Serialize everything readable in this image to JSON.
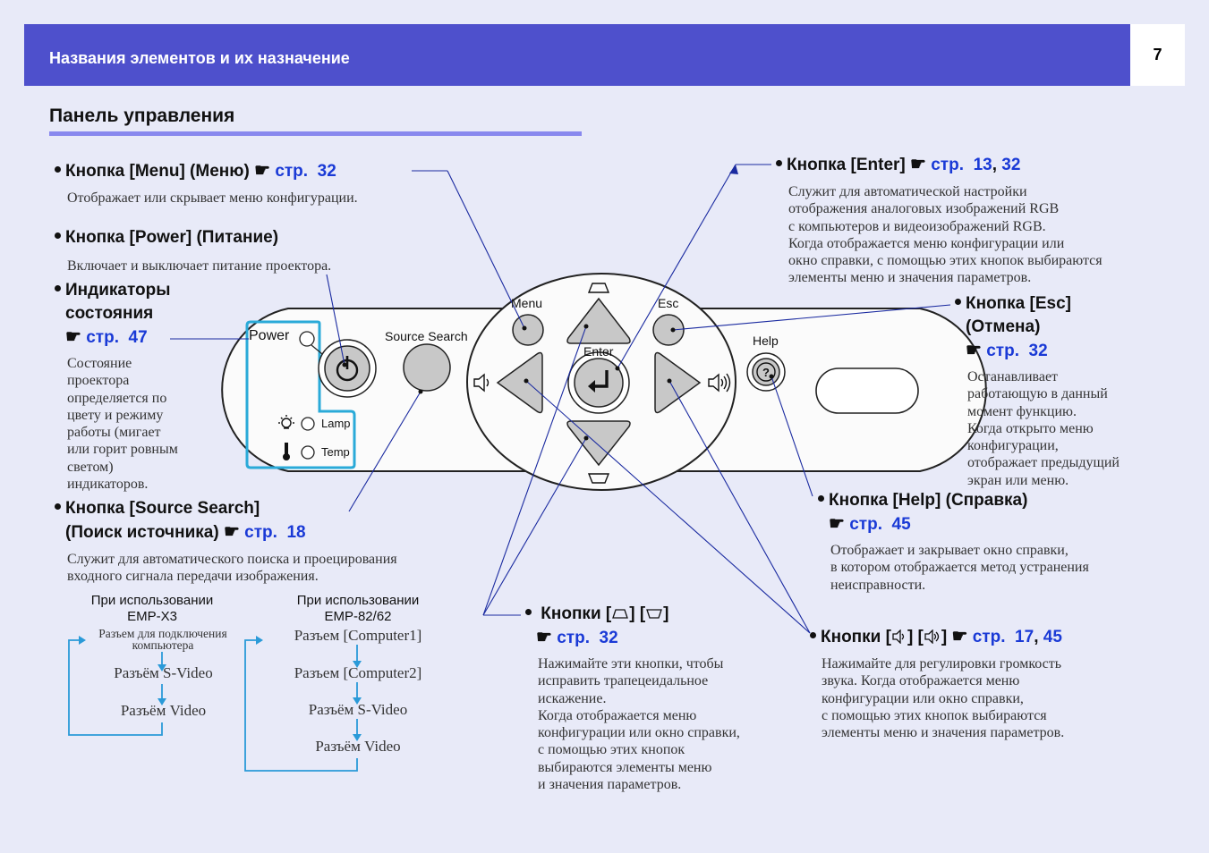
{
  "header": {
    "title": "Названия элементов и их назначение",
    "page": "7"
  },
  "section": {
    "title": "Панель управления"
  },
  "items": {
    "menu": {
      "label": "Кнопка [Menu] (Меню)",
      "ref_prefix": "стр.",
      "ref": "32",
      "desc": "Отображает или скрывает меню конфигурации."
    },
    "power": {
      "label": "Кнопка [Power] (Питание)",
      "desc": "Включает и выключает питание проектора."
    },
    "indicators": {
      "label_line1": "Индикаторы",
      "label_line2": "состояния",
      "ref_prefix": "стр.",
      "ref": "47",
      "desc": [
        "Состояние",
        "проектора",
        "определяется по",
        "цвету и режиму",
        "работы (мигает",
        "или горит ровным",
        "светом)",
        "индикаторов."
      ]
    },
    "source": {
      "label_line1": "Кнопка [Source Search]",
      "label_line2": "(Поиск источника)",
      "ref_prefix": "стр.",
      "ref": "18",
      "desc": [
        "Служит для автоматического поиска и проецирования",
        "входного сигнала передачи изображения."
      ]
    },
    "enter": {
      "label": "Кнопка [Enter]",
      "ref_prefix": "стр.",
      "ref1": "13",
      "sep": ",",
      "ref2": "32",
      "desc": [
        "Служит для автоматической настройки",
        "отображения аналоговых изображений RGB",
        "с компьютеров и видеоизображений RGB.",
        "Когда отображается меню конфигурации или",
        "окно справки, с помощью этих кнопок выбираются",
        "элементы меню и значения параметров."
      ]
    },
    "esc": {
      "label_line1": "Кнопка [Esc]",
      "label_line2": "(Отмена)",
      "ref_prefix": "стр.",
      "ref": "32",
      "desc": [
        "Останавливает",
        "работающую в данный",
        "момент функцию.",
        "Когда открыто меню",
        "конфигурации,",
        "отображает предыдущий",
        "экран или меню."
      ]
    },
    "help": {
      "label": "Кнопка [Help] (Справка)",
      "ref_prefix": "стр.",
      "ref": "45",
      "desc": [
        "Отображает и закрывает окно справки,",
        "в котором отображается метод устранения",
        "неисправности."
      ]
    },
    "keystone": {
      "label_prefix": "Кнопки [",
      "label_mid": "] [",
      "label_suffix": "]",
      "ref_prefix": "стр.",
      "ref": "32",
      "desc": [
        "Нажимайте эти кнопки, чтобы",
        "исправить трапецеидальное",
        "искажение.",
        "Когда отображается меню",
        "конфигурации или окно справки,",
        "с помощью этих кнопок",
        "выбираются элементы меню",
        "и значения параметров."
      ]
    },
    "volume": {
      "label_prefix": "Кнопки [",
      "label_mid": "] [",
      "label_suffix": "]",
      "ref_prefix": "стр.",
      "ref1": "17",
      "sep": ",",
      "ref2": "45",
      "desc": [
        "Нажимайте для регулировки громкость",
        "звука. Когда отображается меню",
        "конфигурации или окно справки,",
        "с помощью этих кнопок выбираются",
        "элементы меню и значения параметров."
      ]
    }
  },
  "flows": {
    "x3": {
      "title_line1": "При использовании",
      "title_line2": "EMP-X3",
      "steps": [
        "Разъем для подключения компьютера",
        "Разъём S-Video",
        "Разъём Video"
      ]
    },
    "x82": {
      "title_line1": "При использовании",
      "title_line2": "EMP-82/62",
      "steps": [
        "Разъем [Computer1]",
        "Разъем [Computer2]",
        "Разъём S-Video",
        "Разъём Video"
      ]
    }
  },
  "panel": {
    "power": "Power",
    "source_search": "Source Search",
    "lamp": "Lamp",
    "temp": "Temp",
    "menu": "Menu",
    "esc": "Esc",
    "enter": "Enter",
    "help": "Help"
  },
  "colors": {
    "header_bg": "#4e50cc",
    "page_bg": "#e8eaf8",
    "link": "#1a3ad6",
    "callout": "#1a2aa0",
    "highlight": "#2aaad8",
    "flow_arrow": "#2a9ad8"
  }
}
